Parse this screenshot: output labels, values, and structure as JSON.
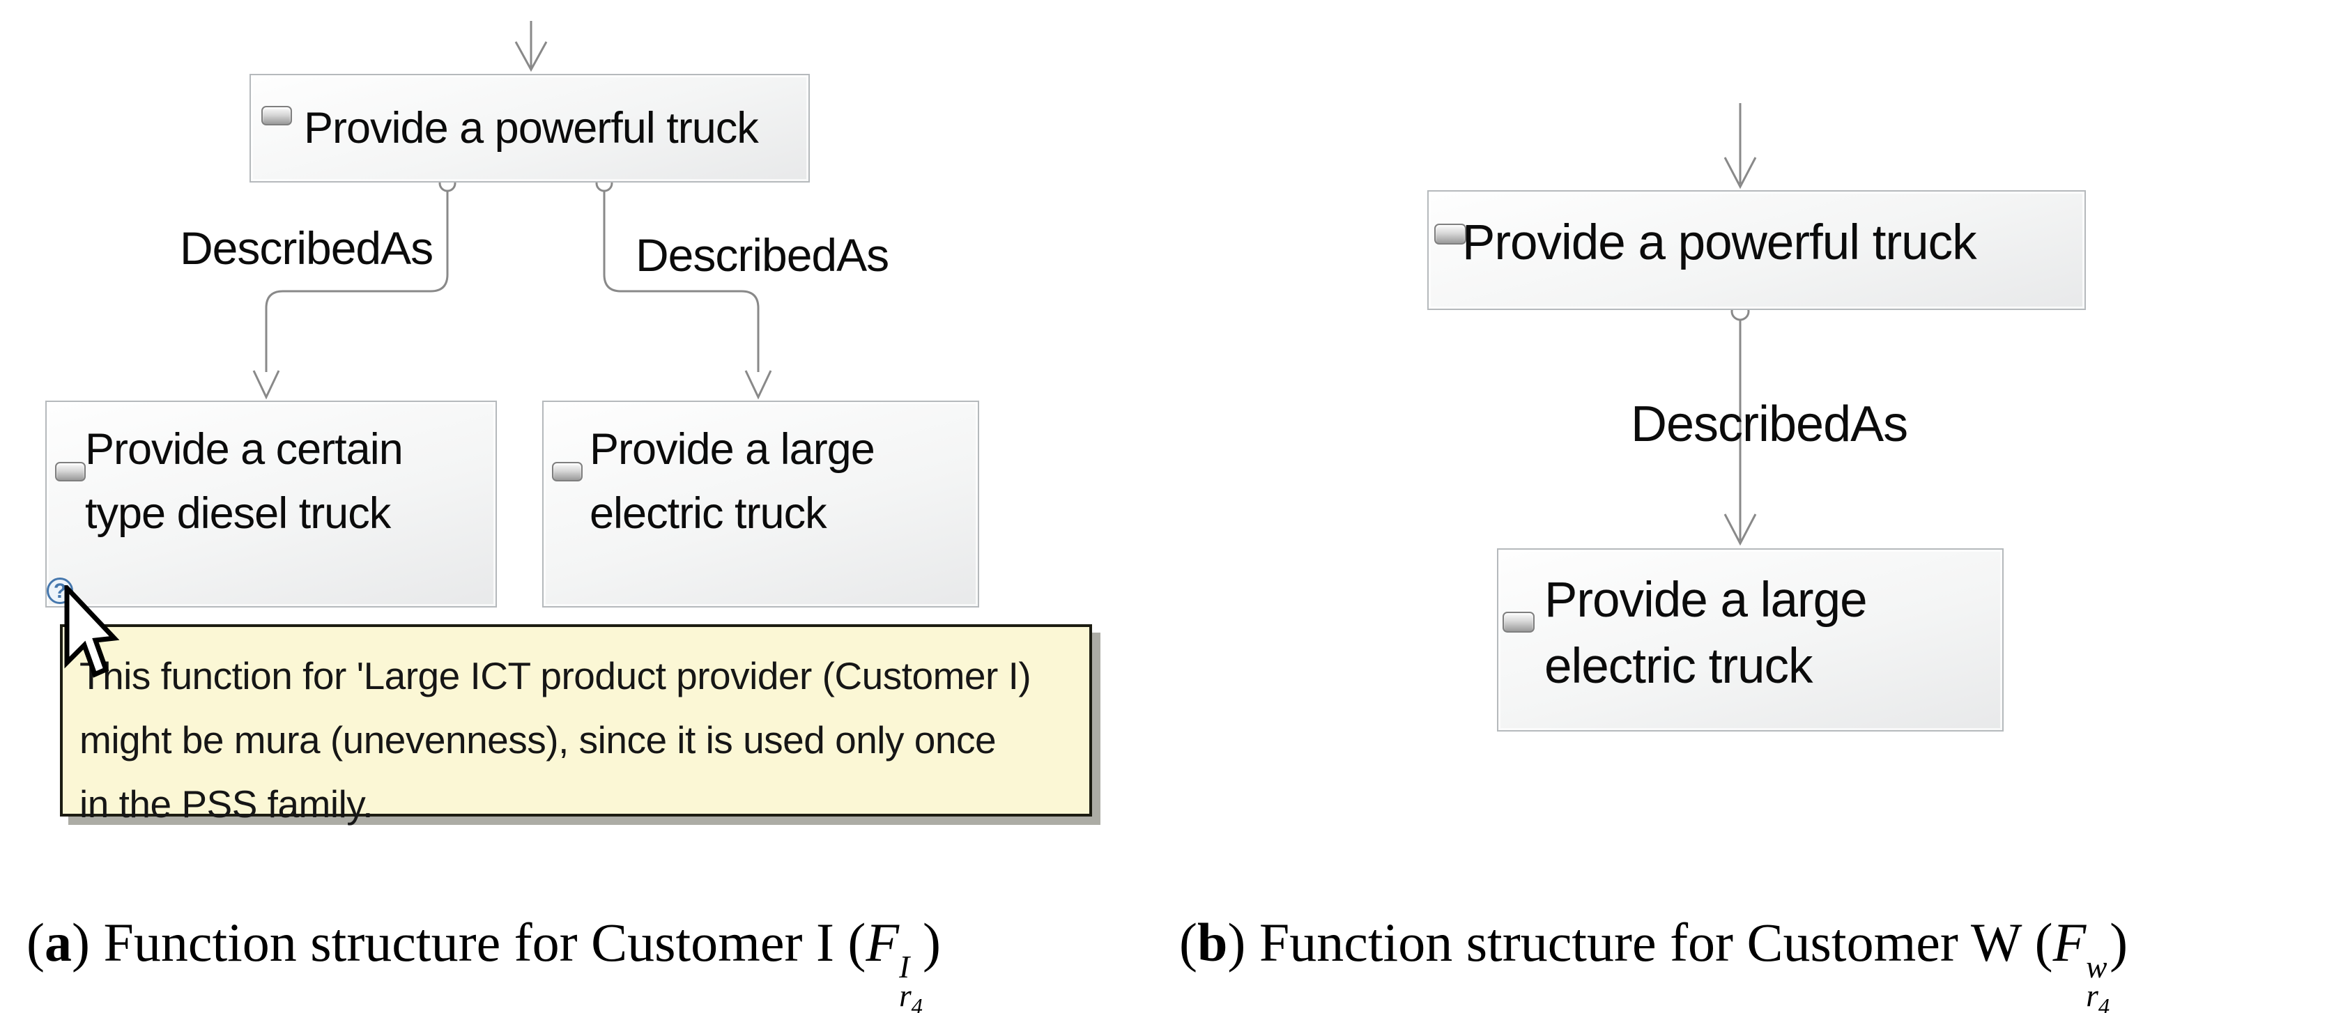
{
  "palette": {
    "node_border": "#b5b9bc",
    "node_fill_top": "#fdfdfd",
    "node_fill_bottom": "#e8e9ea",
    "edge_stroke": "#898989",
    "tooltip_background": "#fbf7d5",
    "tooltip_border": "#1c1c12",
    "help_icon_blue": "#4577ad",
    "diagram_text": "#0b0b0b"
  },
  "diagram_a": {
    "root_node": {
      "label": "Provide a powerful truck"
    },
    "edge_left": {
      "label": "DescribedAs"
    },
    "edge_right": {
      "label": "DescribedAs"
    },
    "child_left_node": {
      "line1": "Provide a certain",
      "line2": "type diesel truck"
    },
    "child_right_node": {
      "line1": "Provide a large",
      "line2": "electric truck"
    },
    "help_marker": {
      "glyph": "?"
    },
    "tooltip": {
      "line1": "This function for 'Large ICT product provider (Customer I)",
      "line2": "might be mura (unevenness), since it is used only once",
      "line3": "in the PSS family."
    },
    "caption": {
      "open_paren": "(",
      "letter": "a",
      "text": ") Function structure for Customer I (",
      "formula_base": "F",
      "formula_sup": "I",
      "formula_sub": "r",
      "formula_sub_index": "4",
      "close_paren": ")"
    }
  },
  "diagram_b": {
    "root_node": {
      "label": "Provide a powerful truck"
    },
    "edge": {
      "label": "DescribedAs"
    },
    "child_node": {
      "line1": "Provide a large",
      "line2": "electric truck"
    },
    "caption": {
      "open_paren": "(",
      "letter": "b",
      "text": ") Function structure for Customer W (",
      "formula_base": "F",
      "formula_sup": "w",
      "formula_sub": "r",
      "formula_sub_index": "4",
      "close_paren": ")"
    }
  }
}
